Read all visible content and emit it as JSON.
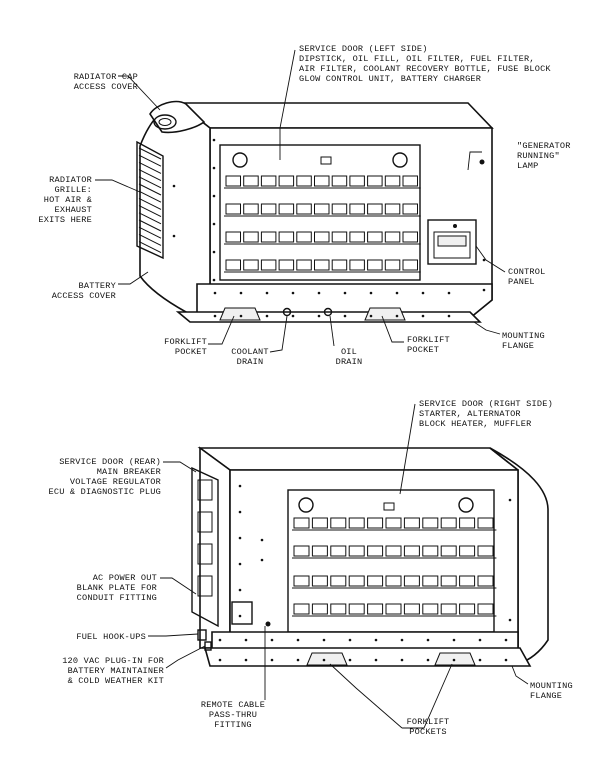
{
  "top_view": {
    "service_door_left": [
      "SERVICE DOOR (LEFT SIDE)",
      "DIPSTICK, OIL FILL, OIL FILTER, FUEL FILTER,",
      "AIR FILTER, COOLANT RECOVERY BOTTLE, FUSE BLOCK",
      "GLOW CONTROL UNIT, BATTERY CHARGER"
    ],
    "radiator_cap": [
      "RADIATOR CAP",
      "ACCESS COVER"
    ],
    "radiator_grille": [
      "RADIATOR",
      "GRILLE:",
      "HOT AIR &",
      "EXHAUST",
      "EXITS HERE"
    ],
    "generator_running": [
      "\"GENERATOR",
      "RUNNING\"",
      "LAMP"
    ],
    "battery_cover": [
      "BATTERY",
      "ACCESS COVER"
    ],
    "control_panel": [
      "CONTROL",
      "PANEL"
    ],
    "forklift_pocket_left": [
      "FORKLIFT",
      "POCKET"
    ],
    "coolant_drain": [
      "COOLANT",
      "DRAIN"
    ],
    "oil_drain": [
      "OIL",
      "DRAIN"
    ],
    "forklift_pocket_right": [
      "FORKLIFT",
      "POCKET"
    ],
    "mounting_flange": [
      "MOUNTING",
      "FLANGE"
    ]
  },
  "bottom_view": {
    "service_door_right": [
      "SERVICE DOOR (RIGHT SIDE)",
      "STARTER, ALTERNATOR",
      "BLOCK HEATER, MUFFLER"
    ],
    "service_door_rear": [
      "SERVICE DOOR (REAR)",
      "MAIN BREAKER",
      "VOLTAGE REGULATOR",
      "ECU & DIAGNOSTIC PLUG"
    ],
    "ac_power_out": [
      "AC POWER OUT",
      "BLANK PLATE FOR",
      "CONDUIT FITTING"
    ],
    "fuel_hookups": [
      "FUEL HOOK-UPS"
    ],
    "plug_in": [
      "120 VAC PLUG-IN FOR",
      "BATTERY MAINTAINER",
      "& COLD WEATHER KIT"
    ],
    "remote_cable": [
      "REMOTE CABLE",
      "PASS-THRU",
      "FITTING"
    ],
    "forklift_pockets": [
      "FORKLIFT",
      "POCKETS"
    ],
    "mounting_flange": [
      "MOUNTING",
      "FLANGE"
    ]
  }
}
